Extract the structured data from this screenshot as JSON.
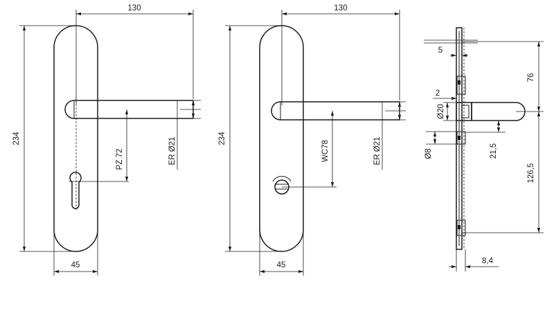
{
  "view_lock": {
    "plate_width": "45",
    "plate_height": "234",
    "handle_length": "130",
    "cylinder_spacing": "PZ 72",
    "handle_diameter": "ER Ø21"
  },
  "view_wc": {
    "plate_width": "45",
    "plate_height": "234",
    "handle_length": "130",
    "wc_spacing": "WC78",
    "handle_diameter": "ER Ø21"
  },
  "view_side": {
    "top_offset": "5",
    "upper_height": "76",
    "plate_thickness": "2",
    "rose_diameter": "Ø20",
    "screw_diameter": "Ø8",
    "handle_axis": "21,5",
    "lower_height": "126,5",
    "depth": "8,4"
  }
}
